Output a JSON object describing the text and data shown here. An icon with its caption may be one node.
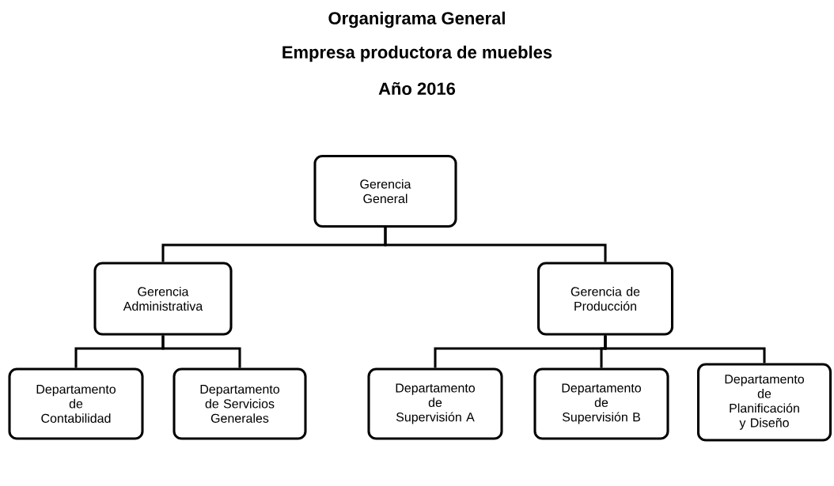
{
  "diagram": {
    "title": "Organigrama General",
    "labels": [
      "Empresa productora de muebles",
      "Año 2016"
    ],
    "nodes": [
      {
        "text": [
          "Gerencia General"
        ]
      },
      {
        "text": [
          "Gerencia Administrativa"
        ]
      },
      {
        "text": [
          "Gerencia de Producción"
        ]
      },
      {
        "text": [
          "Departamento de Contabilidad"
        ]
      },
      {
        "text": [
          "Departamento de Servicios Generales"
        ]
      },
      {
        "text": [
          "Departamento de Supervisión A"
        ]
      },
      {
        "text": [
          "Departamento de Supervisión B"
        ]
      },
      {
        "text": [
          "Departamento de Planificación y Diseño"
        ]
      }
    ],
    "edges": [
      {
        "from": 0,
        "to": 1,
        "arrow": "none"
      },
      {
        "from": 0,
        "to": 2,
        "arrow": "none"
      },
      {
        "from": 1,
        "to": 3,
        "arrow": "none"
      },
      {
        "from": 1,
        "to": 4,
        "arrow": "none"
      },
      {
        "from": 2,
        "to": 5,
        "arrow": "none"
      },
      {
        "from": 2,
        "to": 6,
        "arrow": "none"
      },
      {
        "from": 2,
        "to": 7,
        "arrow": "none"
      }
    ]
  }
}
